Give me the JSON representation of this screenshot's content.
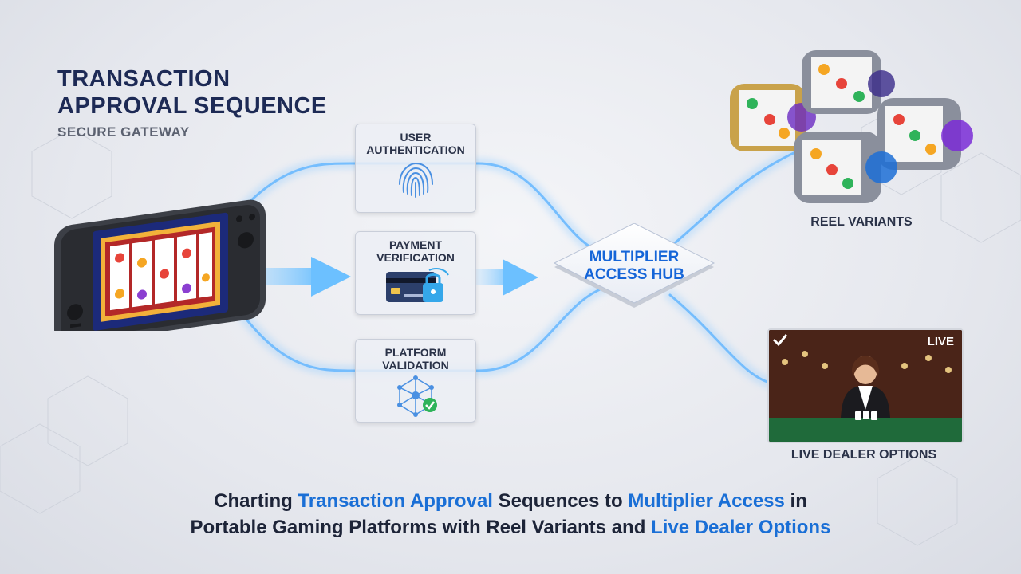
{
  "title": {
    "line1": "TRANSACTION",
    "line2": "APPROVAL SEQUENCE"
  },
  "subtitle": "SECURE GATEWAY",
  "steps": [
    {
      "line1": "USER",
      "line2": "AUTHENTICATION",
      "icon": "fingerprint-icon"
    },
    {
      "line1": "PAYMENT",
      "line2": "VERIFICATION",
      "icon": "credit-card-lock-icon"
    },
    {
      "line1": "PLATFORM",
      "line2": "VALIDATION",
      "icon": "network-check-icon"
    }
  ],
  "hub": {
    "line1": "MULTIPLIER",
    "line2": "ACCESS HUB"
  },
  "reels_label": "REEL VARIANTS",
  "live": {
    "badge": "LIVE",
    "label": "LIVE DEALER OPTIONS"
  },
  "caption": {
    "l1a": "Charting ",
    "l1b": "Transaction Approval",
    "l1c": " Sequences to ",
    "l1d": "Multiplier Access",
    "l1e": " in",
    "l2a": "Portable Gaming Platforms with Reel Variants and ",
    "l2b": "Live Dealer Options"
  },
  "colors": {
    "accent": "#1a6fd6",
    "title": "#1d2a55",
    "flow": "#7fc3ff"
  }
}
